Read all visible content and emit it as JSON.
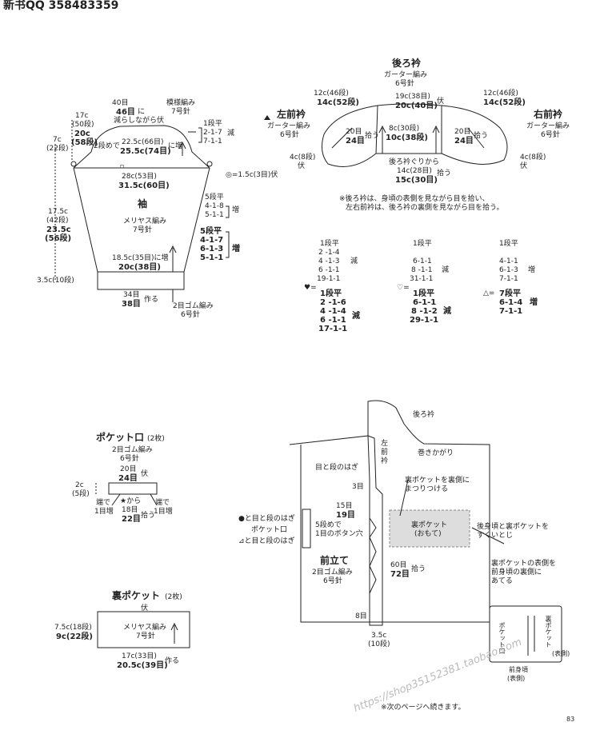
{
  "header": {
    "title": "新书QQ 358483359"
  },
  "sleeve": {
    "cap_top": [
      "40目",
      "46目",
      "減らしながら伏"
    ],
    "cap_top_suffix": "に",
    "pattern": [
      "模様編み",
      "7号針"
    ],
    "left_top": [
      "17c",
      "(50段)",
      "20c",
      "(58段)"
    ],
    "left_cap": [
      "7c",
      "(22段)"
    ],
    "dec_rows": [
      "1段平",
      "2-1-7",
      "7-1-1"
    ],
    "dec_label": "減",
    "inc_note_1": [
      "2段めで",
      "22.5c(66目)",
      "25.5c(74目)"
    ],
    "inc_note_1_suffix": "に増",
    "width_top": [
      "28c(53目)",
      "31.5c(60目)"
    ],
    "bind_note": "◎=1.5c(3目)伏",
    "title": "袖",
    "body_pattern": [
      "メリヤス編み",
      "7号針"
    ],
    "left_body": [
      "17.5c",
      "(42段)",
      "23.5c",
      "(56段)"
    ],
    "inc_rows_a": [
      "5段平",
      "4-1-8",
      "5-1-1"
    ],
    "inc_rows_b": [
      "5段平",
      "4-1-7",
      "6-1-3",
      "5-1-1"
    ],
    "inc_label": "増",
    "inc_note_2": [
      "18.5c(35目)に増",
      "20c(38目)"
    ],
    "rib_left": "3.5c(10段)",
    "cast_on": [
      "34目",
      "38目"
    ],
    "cast_on_suffix": "作る",
    "rib_note": [
      "2目ゴム編み",
      "6号針"
    ]
  },
  "collar": {
    "back_title": "後ろ衿",
    "back_pattern": [
      "ガーター編み",
      "6号針"
    ],
    "back_top": [
      "19c(38目)",
      "20c(40目)"
    ],
    "back_top_suffix": "伏",
    "left_title": "左前衿",
    "left_pattern": [
      "ガーター編み",
      "6号針"
    ],
    "right_title": "右前衿",
    "right_pattern": [
      "ガーター編み",
      "6号針"
    ],
    "left_top": [
      "12c(46段)",
      "14c(52段)"
    ],
    "right_top": [
      "12c(46段)",
      "14c(52段)"
    ],
    "left_pick": [
      "20目",
      "24目"
    ],
    "right_pick": [
      "20目",
      "24目"
    ],
    "pick_suffix": "拾う",
    "center_rows": [
      "8c(30段)",
      "10c(38段)"
    ],
    "left_side": [
      "4c(8段)",
      "伏"
    ],
    "right_side": [
      "4c(8段)",
      "伏"
    ],
    "bottom": [
      "後ろ衿ぐりから",
      "14c(28目)",
      "15c(30目)"
    ],
    "bottom_suffix": "拾う",
    "note": [
      "※後ろ衿は、身頃の表側を見ながら目を拾い、",
      "左右前衿は、後ろ衿の裏側を見ながら目を拾う。"
    ]
  },
  "shaping": {
    "heart": {
      "top": [
        "1段平",
        "2 -1-4",
        "4 -1-3",
        "6 -1-1",
        "19-1-1"
      ],
      "top_label": "減",
      "sym": "♥=",
      "bottom": [
        "1段平",
        "2 -1-6",
        "4 -1-4",
        "6 -1-1",
        "17-1-1"
      ],
      "bottom_label": "減"
    },
    "open_heart": {
      "top": [
        "1段平",
        "6-1-1",
        "8 -1-1",
        "31-1-1"
      ],
      "top_label": "減",
      "sym": "♡=",
      "bottom": [
        "1段平",
        "6-1-1",
        "8 -1-2",
        "29-1-1"
      ],
      "bottom_label": "減"
    },
    "triangle": {
      "top": [
        "1段平",
        "4-1-1",
        "6-1-3",
        "7-1-1"
      ],
      "top_label": "増",
      "sym": "△=",
      "bottom": [
        "7段平",
        "6-1-4",
        "7-1-1"
      ],
      "bottom_label": "増"
    }
  },
  "pocket_edge": {
    "title": "ポケット口",
    "count": "(2枚)",
    "pattern": [
      "2目ゴム編み",
      "6号針"
    ],
    "top": [
      "20目",
      "24目"
    ],
    "top_suffix": "伏",
    "left": [
      "2c",
      "(5段)"
    ],
    "ends_left": [
      "端で",
      "1目増"
    ],
    "from": [
      "★から",
      "18目",
      "22目"
    ],
    "from_suffix": "拾う",
    "ends_right": [
      "端で",
      "1目増"
    ]
  },
  "pocket_lining": {
    "title": "裏ポケット",
    "count": "(2枚)",
    "top": "伏",
    "pattern": [
      "メリヤス編み",
      "7号針"
    ],
    "left": [
      "7.5c(18段)",
      "9c(22段)"
    ],
    "bottom": [
      "17c(33目)",
      "20.5c(39目)"
    ],
    "bottom_suffix": "作る"
  },
  "assembly": {
    "back_collar": "後ろ衿",
    "left_front_collar": [
      "左",
      "前",
      "衿"
    ],
    "wrap": "巻きかがり",
    "graft": "目と段のはぎ",
    "lining_attach": [
      "裏ポケットを裏側に",
      "まつりつける"
    ],
    "stitch_3": "3目",
    "stitch_15": [
      "15目",
      "19目"
    ],
    "pocket_face": [
      "裏ポケット",
      "(おもて)"
    ],
    "body_right_note": [
      "後身頃と裏ポケットを",
      "すくいとじ"
    ],
    "symbols_left": [
      "●と目と段のはぎ",
      "ポケット口",
      "⊿と目と段のはぎ"
    ],
    "button_hole": [
      "5段めで",
      "1目のボタン穴"
    ],
    "band_title": "前立て",
    "band_pattern": [
      "2目ゴム編み",
      "6号針"
    ],
    "band_pick": [
      "60目",
      "72目"
    ],
    "band_pick_suffix": "拾う",
    "stitch_8": "8目",
    "band_width": [
      "3.5c",
      "(10段)"
    ],
    "lining_note": [
      "裏ポケットの表側を",
      "前身頃の裏側に",
      "あてる"
    ],
    "inset": {
      "pocket_mouth": "ポケット口",
      "lining": [
        "裏ポケット",
        "(表側)"
      ],
      "front": [
        "前身頃",
        "(表側)"
      ]
    },
    "continued": "※次のページへ続きます。"
  },
  "page_number": "83",
  "watermark": "https://shop35152381.taobao.com"
}
